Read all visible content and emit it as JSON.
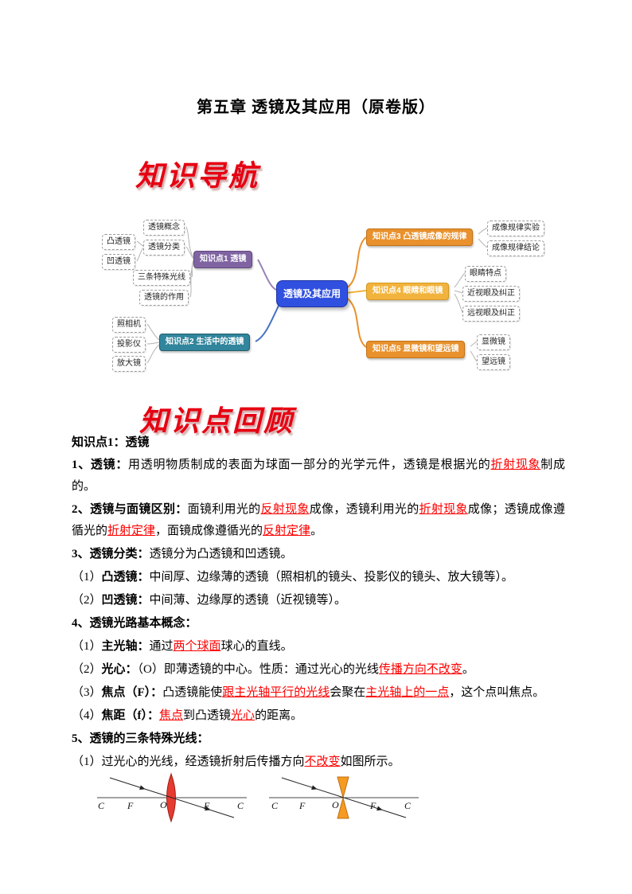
{
  "page_title": "第五章 透镜及其应用（原卷版）",
  "banners": {
    "nav": "知识导航",
    "review": "知识点回顾"
  },
  "mindmap": {
    "center": "透镜及其应用",
    "topics": [
      "知识点1 透镜",
      "知识点2 生活中的透镜",
      "知识点3 凸透镜成像的规律",
      "知识点4 眼睛和眼镜",
      "知识点5 显微镜和望远镜"
    ],
    "leaves": [
      "透镜概念",
      "透镜分类",
      "凸透镜",
      "凹透镜",
      "三条特殊光线",
      "透镜的作用",
      "照相机",
      "投影仪",
      "放大镜",
      "成像规律实验",
      "成像规律结论",
      "眼睛特点",
      "近视眼及纠正",
      "远视眼及纠正",
      "显微镜",
      "望远镜"
    ]
  },
  "review": {
    "heading": "知识点1：透镜",
    "paragraphs": [
      {
        "segments": [
          {
            "text": "1、透镜：",
            "style": "bold"
          },
          {
            "text": "用透明物质制成的表面为球面一部分的光学元件，透镜是根据光的",
            "style": ""
          },
          {
            "text": "折射现象",
            "style": "red-underline"
          },
          {
            "text": "制成的。",
            "style": ""
          }
        ]
      },
      {
        "segments": [
          {
            "text": "2、透镜与面镜区别：",
            "style": "bold"
          },
          {
            "text": "面镜利用光的",
            "style": ""
          },
          {
            "text": "反射现象",
            "style": "red-underline"
          },
          {
            "text": "成像，透镜利用光的",
            "style": ""
          },
          {
            "text": "折射现象",
            "style": "red-underline"
          },
          {
            "text": "成像；透镜成像遵循光的",
            "style": ""
          },
          {
            "text": "折射定律",
            "style": "red-underline"
          },
          {
            "text": "，面镜成像遵循光的",
            "style": ""
          },
          {
            "text": "反射定律",
            "style": "red-underline"
          },
          {
            "text": "。",
            "style": ""
          }
        ]
      },
      {
        "segments": [
          {
            "text": "3、透镜分类：",
            "style": "bold"
          },
          {
            "text": "透镜分为凸透镜和凹透镜。",
            "style": ""
          }
        ]
      },
      {
        "segments": [
          {
            "text": "（1）",
            "style": ""
          },
          {
            "text": "凸透镜：",
            "style": "bold"
          },
          {
            "text": "中间厚、边缘薄的透镜（照相机的镜头、投影仪的镜头、放大镜等）。",
            "style": ""
          }
        ]
      },
      {
        "segments": [
          {
            "text": "（2）",
            "style": ""
          },
          {
            "text": "凹透镜：",
            "style": "bold"
          },
          {
            "text": "中间薄、边缘厚的透镜（近视镜等）。",
            "style": ""
          }
        ]
      },
      {
        "segments": [
          {
            "text": "4、透镜光路基本概念：",
            "style": "bold"
          }
        ]
      },
      {
        "segments": [
          {
            "text": "（1）",
            "style": ""
          },
          {
            "text": "主光轴：",
            "style": "bold"
          },
          {
            "text": "通过",
            "style": ""
          },
          {
            "text": "两个球面",
            "style": "red-underline"
          },
          {
            "text": "球心的直线。",
            "style": ""
          }
        ]
      },
      {
        "segments": [
          {
            "text": "（2）",
            "style": ""
          },
          {
            "text": "光心：",
            "style": "bold"
          },
          {
            "text": "（O）即薄透镜的中心。性质：通过光心的光线",
            "style": ""
          },
          {
            "text": "传播方向不改变",
            "style": "red-underline"
          },
          {
            "text": "。",
            "style": ""
          }
        ]
      },
      {
        "segments": [
          {
            "text": "（3）",
            "style": ""
          },
          {
            "text": "焦点（F）：",
            "style": "bold"
          },
          {
            "text": "凸透镜能使",
            "style": ""
          },
          {
            "text": "跟主光轴平行的光线",
            "style": "red-underline"
          },
          {
            "text": "会聚在",
            "style": ""
          },
          {
            "text": "主光轴上的一点",
            "style": "red-underline"
          },
          {
            "text": "，这个点叫焦点。",
            "style": ""
          }
        ]
      },
      {
        "segments": [
          {
            "text": "（4）",
            "style": ""
          },
          {
            "text": "焦距（f）：",
            "style": "bold"
          },
          {
            "text": "焦点",
            "style": "red-underline"
          },
          {
            "text": "到凸透镜",
            "style": ""
          },
          {
            "text": "光心",
            "style": "red-underline"
          },
          {
            "text": "的距离。",
            "style": ""
          }
        ]
      },
      {
        "segments": [
          {
            "text": "5、透镜的三条特殊光线：",
            "style": "bold"
          }
        ]
      },
      {
        "segments": [
          {
            "text": "（1）过光心的光线，经透镜折射后传播方向",
            "style": ""
          },
          {
            "text": "不改变",
            "style": "red-underline"
          },
          {
            "text": "如图所示。",
            "style": ""
          }
        ]
      }
    ]
  },
  "diagrams": {
    "convex": {
      "labels": [
        "C",
        "F",
        "O",
        "F",
        "C"
      ]
    },
    "concave": {
      "labels": [
        "C",
        "F",
        "O",
        "F",
        "C"
      ]
    }
  },
  "colors": {
    "banner_red": "#E60012",
    "highlight_red": "#FF0000",
    "center_blue": "#3050E0",
    "topic_purple": "#8064A2",
    "topic_teal": "#31859C",
    "topic_orange": "#E8912D",
    "topic_yellow": "#F2B33D",
    "convex_lens_red": "#E53B30",
    "concave_lens_orange": "#F59A23"
  }
}
